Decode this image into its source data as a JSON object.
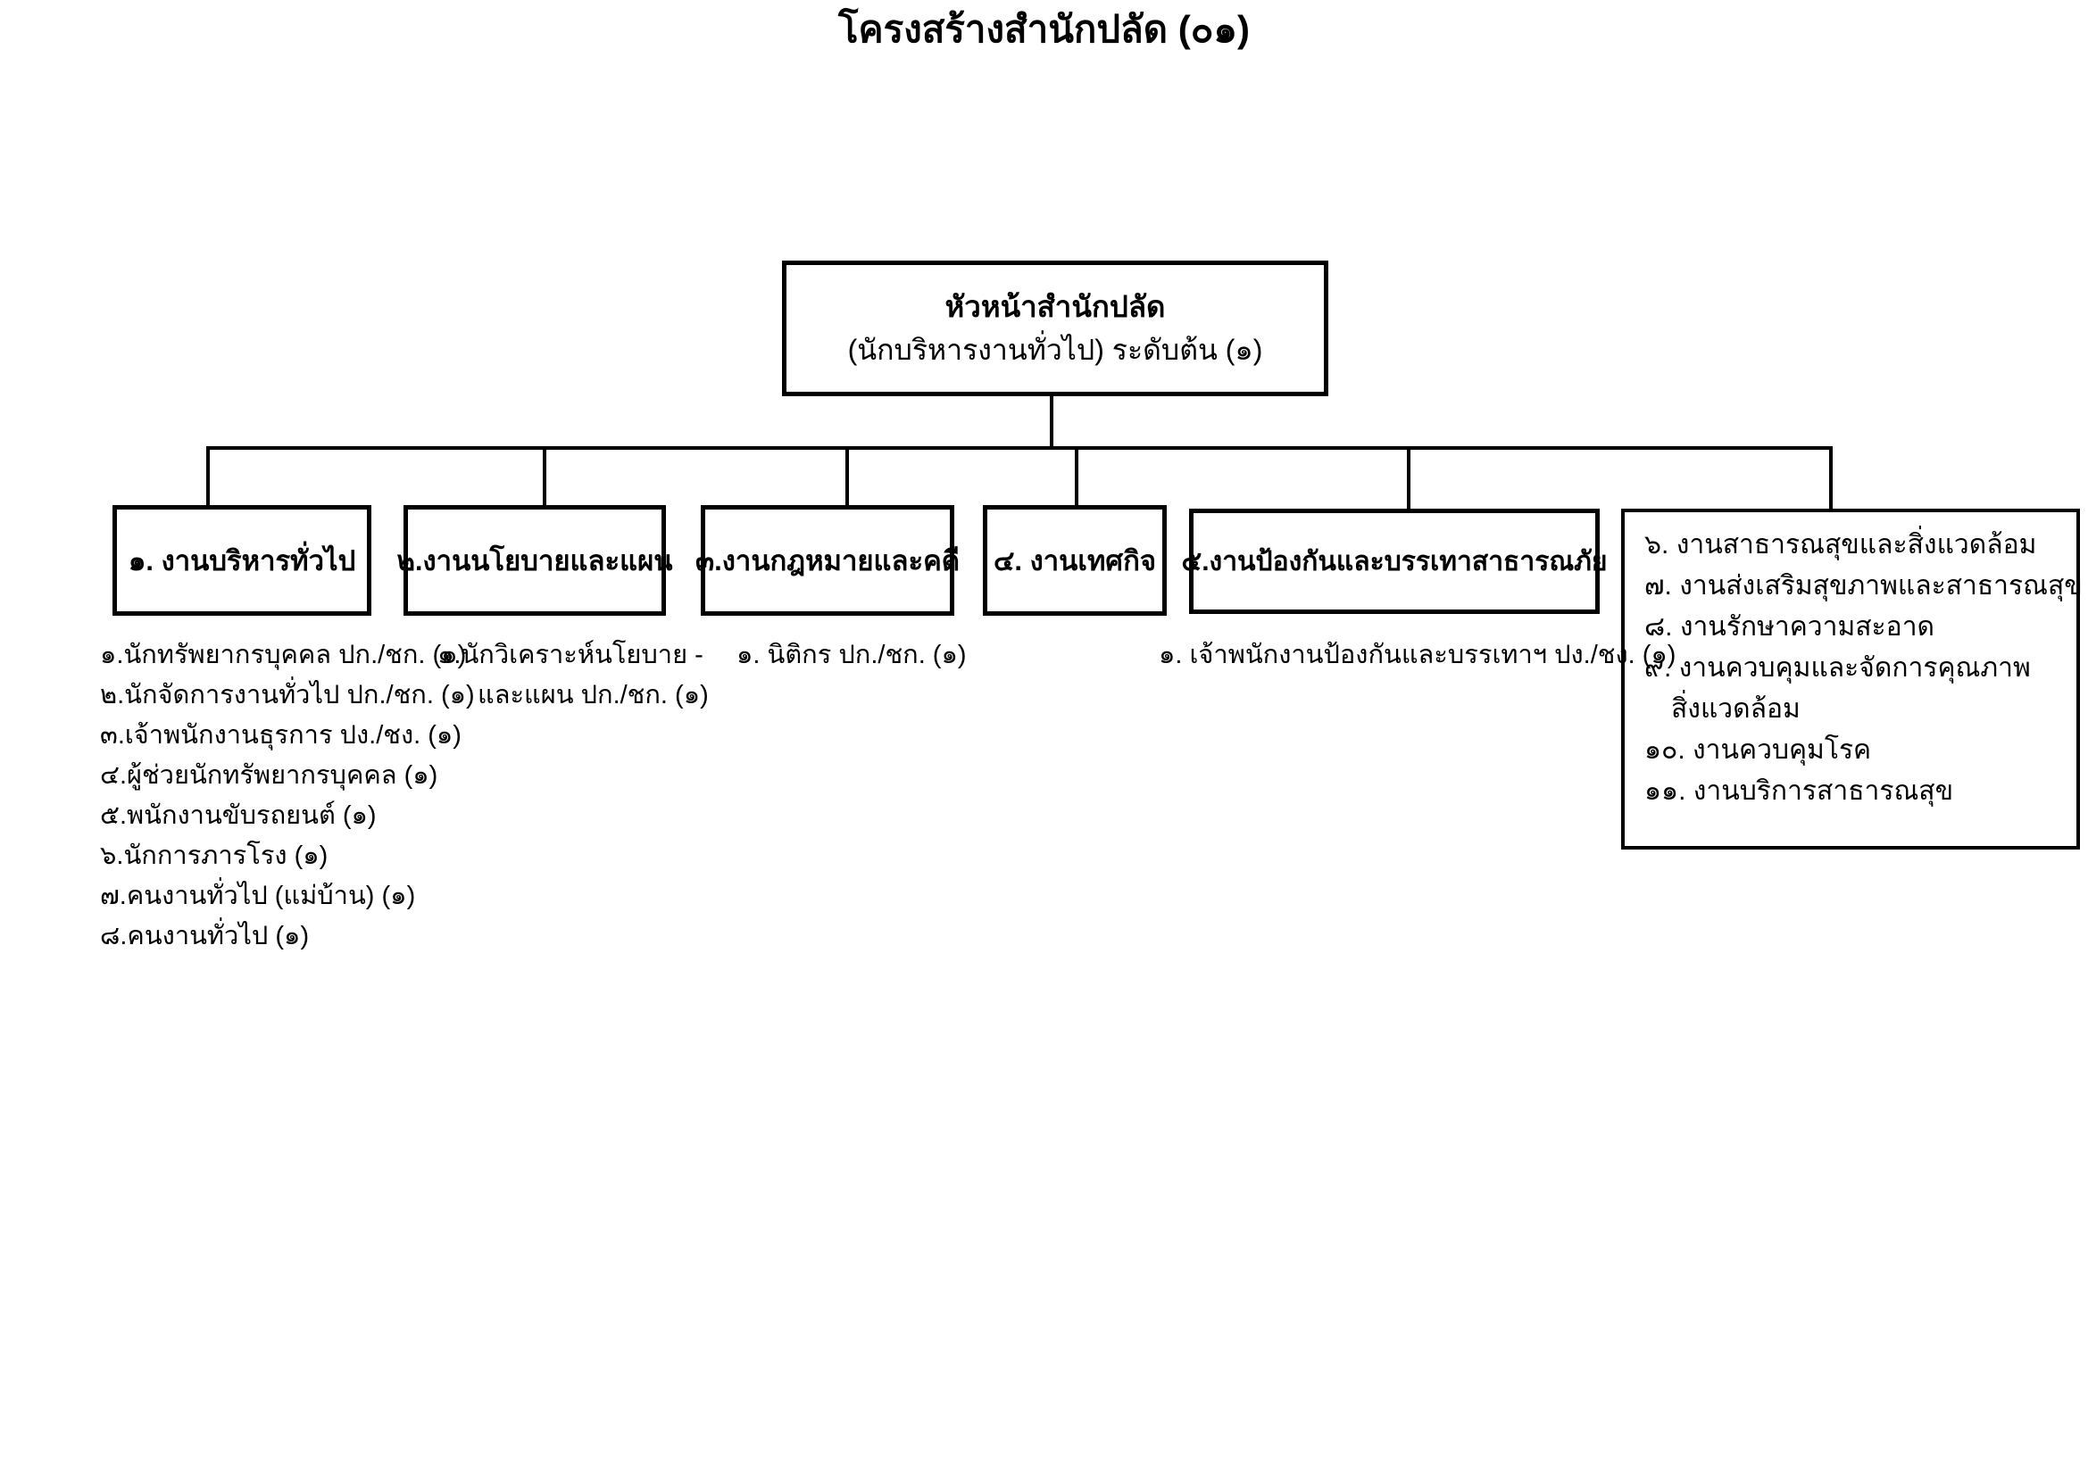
{
  "page": {
    "title": "โครงสร้างสำนักปลัด (๐๑)"
  },
  "root_box": {
    "line1": "หัวหน้าสำนักปลัด",
    "line2": "(นักบริหารงานทั่วไป) ระดับต้น (๑)"
  },
  "departments": [
    {
      "label": "๑. งานบริหารทั่วไป",
      "staff": [
        "๑.นักทรัพยากรบุคคล ปก./ชก. (๑)",
        "๒.นักจัดการงานทั่วไป ปก./ชก. (๑)",
        "๓.เจ้าพนักงานธุรการ ปง./ชง. (๑)",
        "๔.ผู้ช่วยนักทรัพยากรบุคคล (๑)",
        "๕.พนักงานขับรถยนต์ (๑)",
        "๖.นักการภารโรง (๑)",
        "๗.คนงานทั่วไป (แม่บ้าน) (๑)",
        "๘.คนงานทั่วไป (๑)"
      ]
    },
    {
      "label": "๒.งานนโยบายและแผน",
      "staff": [
        "๑.นักวิเคราะห์นโยบาย -",
        "และแผน ปก./ชก. (๑)"
      ]
    },
    {
      "label": "๓.งานกฎหมายและคดี",
      "staff": [
        "๑. นิติกร ปก./ชก. (๑)"
      ]
    },
    {
      "label": "๔. งานเทศกิจ",
      "staff": []
    },
    {
      "label": "๕.งานป้องกันและบรรเทาสาธารณภัย",
      "staff": [
        "๑. เจ้าพนักงานป้องกันและบรรเทาฯ ปง./ชง. (๑)"
      ]
    },
    {
      "lines": [
        "๖. งานสาธารณสุขและสิ่งแวดล้อม",
        "๗. งานส่งเสริมสุขภาพและสาธารณสุข",
        "๘. งานรักษาความสะอาด",
        "๙. งานควบคุมและจัดการคุณภาพ",
        "สิ่งแวดล้อม",
        "๑๐. งานควบคุมโรค",
        "๑๑. งานบริการสาธารณสุข"
      ]
    }
  ],
  "colors": {
    "line": "#000000",
    "text": "#000000",
    "background": "#ffffff"
  }
}
